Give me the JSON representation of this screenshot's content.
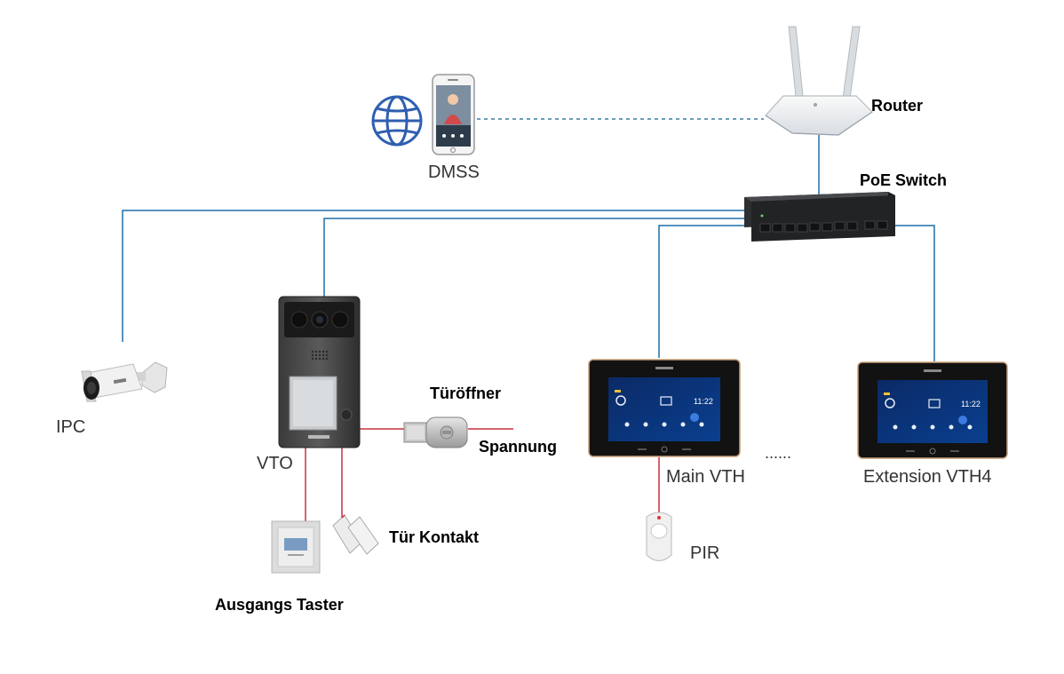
{
  "labels": {
    "dmss": "DMSS",
    "router": "Router",
    "poe_switch": "PoE Switch",
    "ipc": "IPC",
    "vto": "VTO",
    "door_opener": "Türöffner",
    "power": "Spannung",
    "door_contact": "Tür Kontakt",
    "exit_button": "Ausgangs Taster",
    "main_vth": "Main VTH",
    "dots": "......",
    "extension_vth": "Extension VTH4",
    "pir": "PIR"
  },
  "monitor_screen": {
    "time": "11:22"
  },
  "colors": {
    "network_line": "#1f6fa8",
    "wiring_line": "#c9303a",
    "wifi_line": "#3a7ca5",
    "globe": "#2f5fb0"
  }
}
